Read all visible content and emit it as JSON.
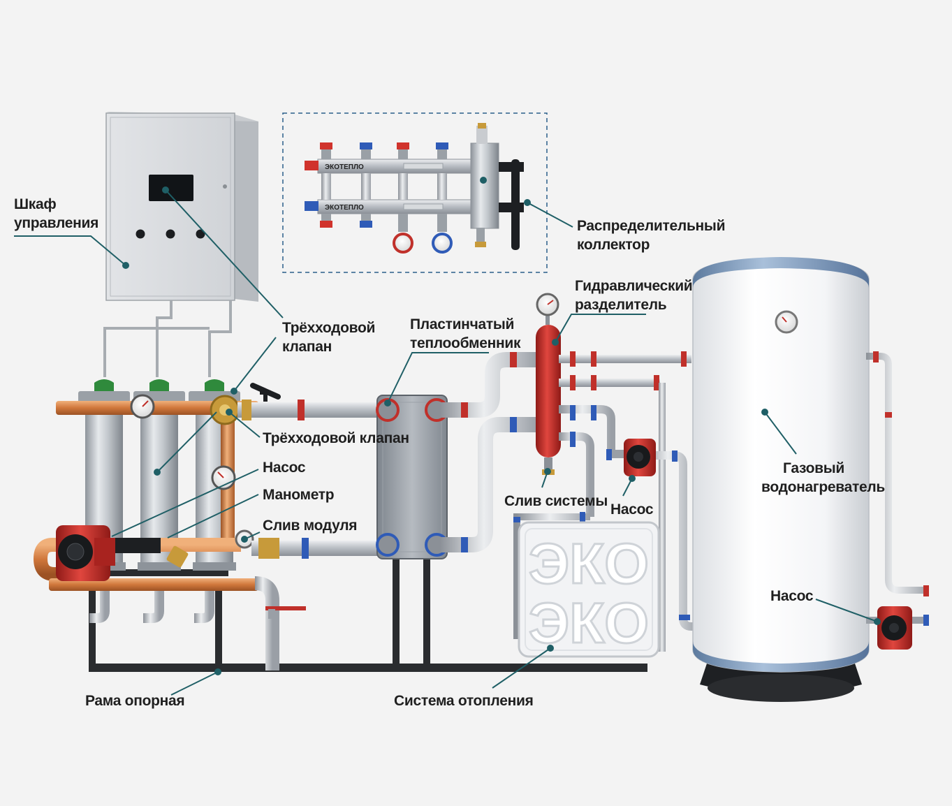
{
  "labels": {
    "control_cabinet": [
      "Шкаф",
      "управления"
    ],
    "three_way_valve_top": [
      "Трёхходовой",
      "клапан"
    ],
    "three_way_valve": "Трёхходовой клапан",
    "pump_left": "Насос",
    "manometer": "Манометр",
    "module_drain": "Слив модуля",
    "plate_heat_exchanger": [
      "Пластинчатый",
      "теплообменник"
    ],
    "hydraulic_separator": [
      "Гидравлический",
      "разделитель"
    ],
    "distribution_collector": [
      "Распределительный",
      "коллектор"
    ],
    "system_drain": "Слив системы",
    "pump_middle": "Насос",
    "gas_water_heater": [
      "Газовый",
      "водонагреватель"
    ],
    "pump_right": "Насос",
    "support_frame": "Рама опорная",
    "heating_system": "Система отопления"
  },
  "collector_brand": "ЭКОТЕПЛО",
  "radiator_logo": [
    "ЭКО",
    "ЭКО"
  ],
  "colors": {
    "background": "#f3f3f3",
    "leader_line": "#1f5f66",
    "hot_pipe": "#c8322c",
    "cold_pipe": "#2f5bb7",
    "copper": "#c8763a",
    "steel": "#b9bec4"
  }
}
